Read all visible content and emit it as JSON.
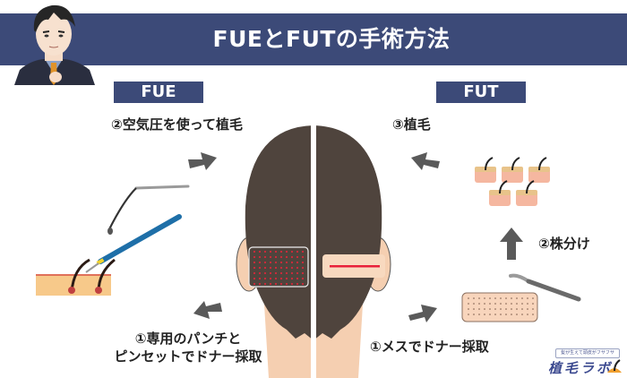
{
  "header": {
    "title": "FUEとFUTの手術方法",
    "banner_color": "#3c4a78"
  },
  "sections": {
    "fue": {
      "tag": "FUE",
      "steps": {
        "step1": "①専用のパンチと",
        "step1_line2": "ピンセットでドナー採取",
        "step2": "②空気圧を使って植毛"
      }
    },
    "fut": {
      "tag": "FUT",
      "steps": {
        "step1": "①メスでドナー採取",
        "step2": "②株分け",
        "step3": "③植毛"
      }
    }
  },
  "logo": {
    "subtitle": "髪が生えて頭皮がフサフサ",
    "name": "植毛ラボ"
  },
  "colors": {
    "hair": "#4f443d",
    "skin": "#f5cfb1",
    "arrow": "#5a5a5a",
    "incision": "#e8213a",
    "punch_dots": "#d6283a",
    "pen_blue": "#1e6fa8"
  }
}
